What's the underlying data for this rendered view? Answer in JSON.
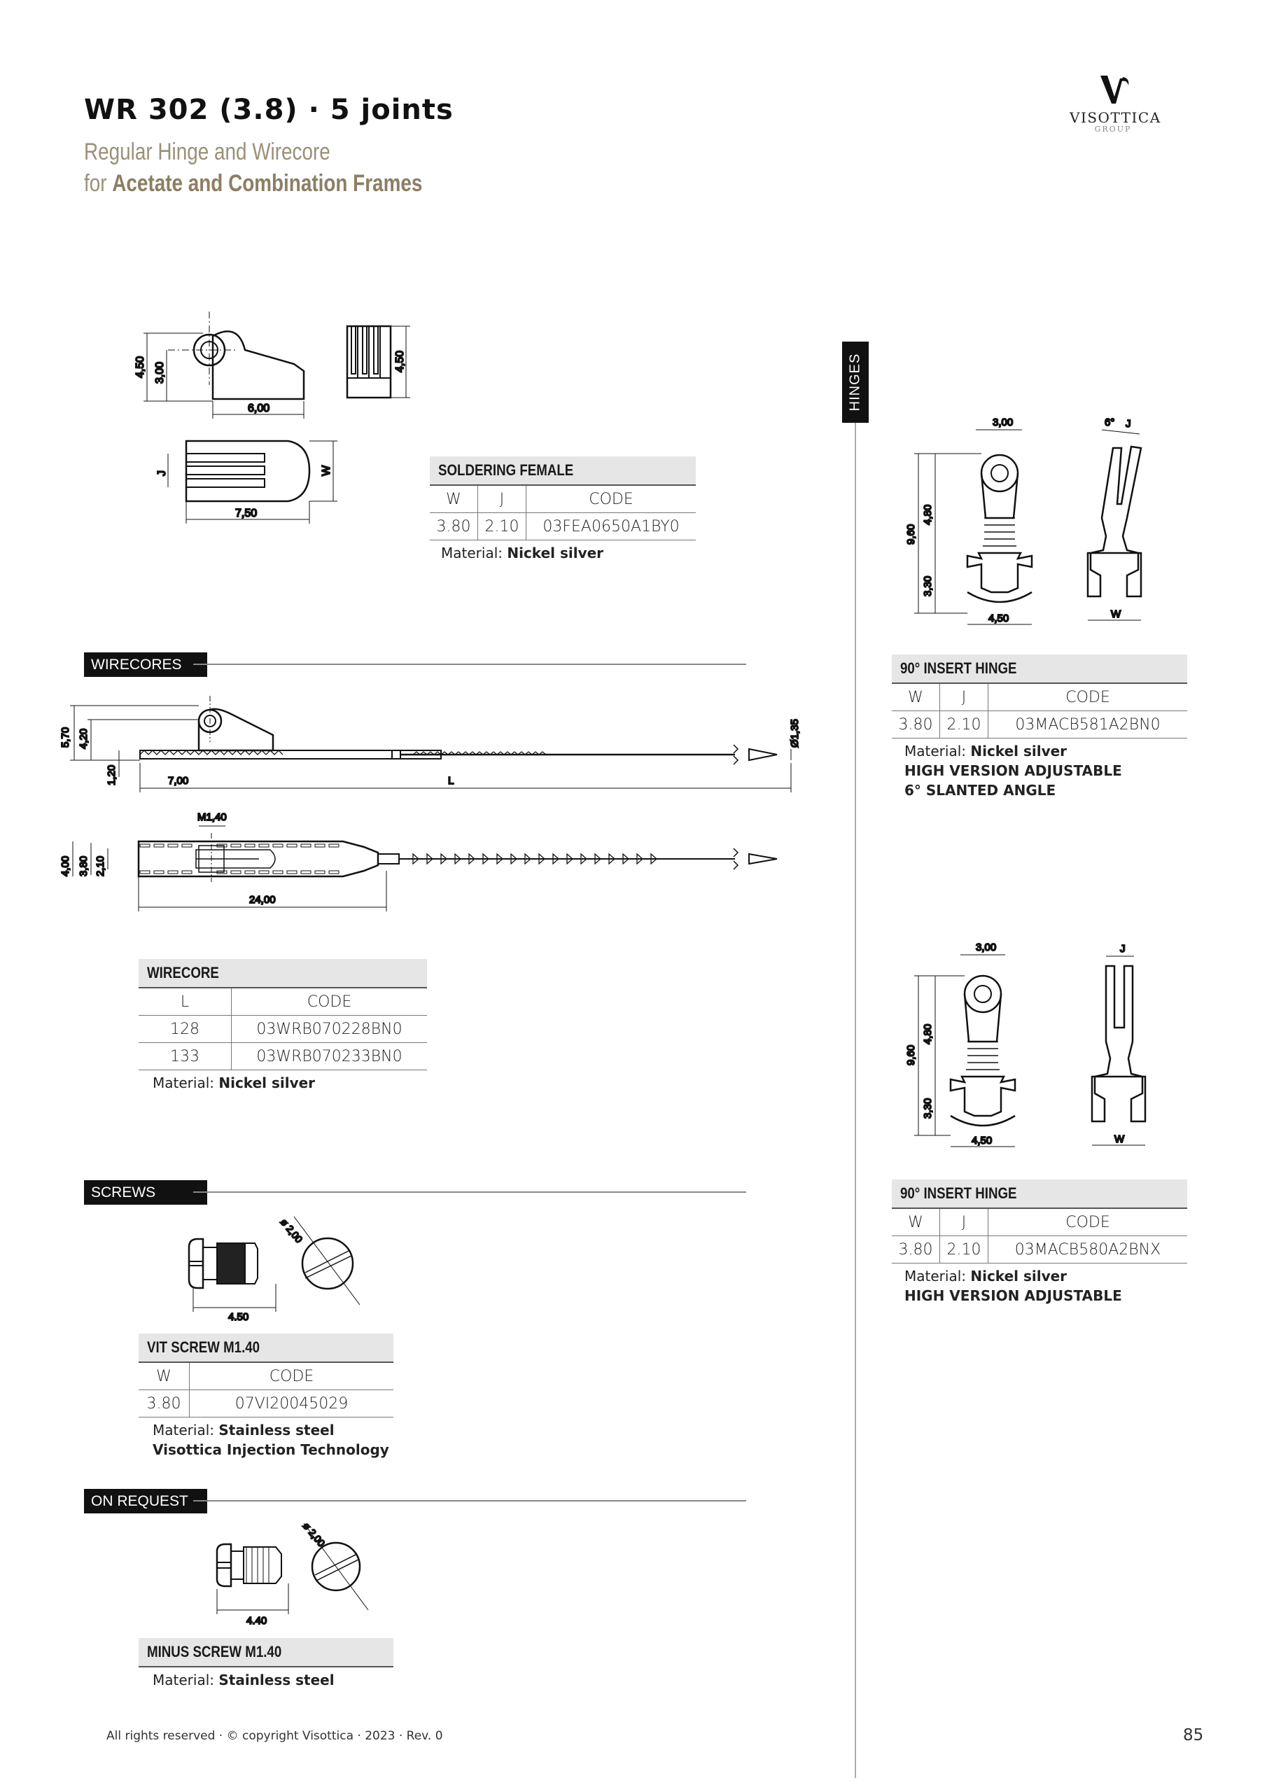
{
  "header": {
    "title": "WR 302 (3.8) · 5 joints",
    "subtitle_line1": "Regular Hinge and Wirecore",
    "subtitle_for": "for",
    "subtitle_bold": "Acetate and Combination Frames"
  },
  "logo": {
    "mark": "V",
    "brand": "VISOTTICA",
    "group": "GROUP"
  },
  "side_tab": "HINGES",
  "sections": {
    "wirecores": "WIRECORES",
    "screws": "SCREWS",
    "on_request": "ON REQUEST"
  },
  "soldering_female": {
    "title": "SOLDERING FEMALE",
    "columns": [
      "W",
      "J",
      "CODE"
    ],
    "rows": [
      [
        "3.80",
        "2.10",
        "03FEA0650A1BY0"
      ]
    ],
    "material_label": "Material:",
    "material": "Nickel silver"
  },
  "wirecore": {
    "title": "WIRECORE",
    "columns": [
      "L",
      "CODE"
    ],
    "rows": [
      [
        "128",
        "03WRB070228BN0"
      ],
      [
        "133",
        "03WRB070233BN0"
      ]
    ],
    "material_label": "Material:",
    "material": "Nickel silver"
  },
  "vit_screw": {
    "title": "VIT SCREW M1.40",
    "columns": [
      "W",
      "CODE"
    ],
    "rows": [
      [
        "3.80",
        "07VI20045029"
      ]
    ],
    "material_label": "Material:",
    "material": "Stainless steel",
    "note": "Visottica Injection Technology"
  },
  "minus_screw": {
    "title": "MINUS SCREW M1.40",
    "material_label": "Material:",
    "material": "Stainless steel"
  },
  "insert_hinge_1": {
    "title": "90° INSERT HINGE",
    "columns": [
      "W",
      "J",
      "CODE"
    ],
    "rows": [
      [
        "3.80",
        "2.10",
        "03MACB581A2BN0"
      ]
    ],
    "material_label": "Material:",
    "material": "Nickel silver",
    "notes": [
      "HIGH VERSION ADJUSTABLE",
      "6° SLANTED ANGLE"
    ]
  },
  "insert_hinge_2": {
    "title": "90° INSERT HINGE",
    "columns": [
      "W",
      "J",
      "CODE"
    ],
    "rows": [
      [
        "3.80",
        "2.10",
        "03MACB580A2BNX"
      ]
    ],
    "material_label": "Material:",
    "material": "Nickel silver",
    "notes": [
      "HIGH VERSION ADJUSTABLE"
    ]
  },
  "dims": {
    "female": {
      "d450": "4,50",
      "d300": "3,00",
      "d600": "6,00",
      "d450b": "4,50",
      "j": "J",
      "w": "W",
      "d750": "7,50"
    },
    "wirecore_side": {
      "d570": "5,70",
      "d420": "4,20",
      "d120": "1,20",
      "d700": "7,00",
      "l": "L",
      "d135": "Ø1,35"
    },
    "wirecore_top": {
      "m140": "M1,40",
      "d400": "4,00",
      "d380": "3,80",
      "d210": "2,10",
      "d2400": "24,00"
    },
    "vit": {
      "dia": "ø 2,00",
      "len": "4.50"
    },
    "minus": {
      "dia": "ø 2,00",
      "len": "4.40"
    },
    "hinge1": {
      "d300": "3,00",
      "d960": "9,60",
      "d480": "4,80",
      "d330": "3,30",
      "d450": "4,50",
      "angle": "6°",
      "j": "J",
      "w": "W"
    },
    "hinge2": {
      "d300": "3,00",
      "d960": "9,60",
      "d480": "4,80",
      "d330": "3,30",
      "d450": "4,50",
      "j": "J",
      "w": "W"
    }
  },
  "footer": {
    "copyright": "All rights reserved · © copyright Visottica · 2023 · Rev. 0",
    "page": "85"
  }
}
